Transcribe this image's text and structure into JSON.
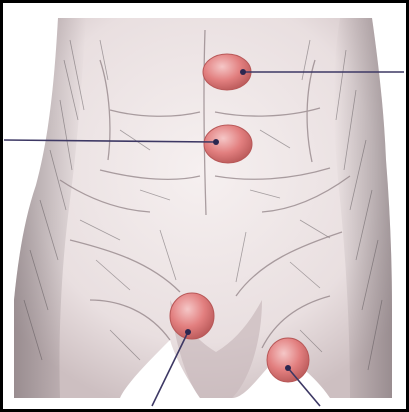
{
  "colors": {
    "skin": "#ece4e4",
    "skin_shadow": "#b7a9ab",
    "hatch": "#4a4448",
    "hernia_fill": "#e27f7f",
    "hernia_highlight": "#f2bcbc",
    "hernia_edge": "#b85858",
    "leader_line": "#3d3864",
    "leader_tip": "#2b2750",
    "frame": "#000000"
  },
  "diagram": {
    "markers": [
      {
        "name": "upper-midline-bulge",
        "pointer": "right"
      },
      {
        "name": "lower-midline-bulge",
        "pointer": "left"
      },
      {
        "name": "left-groin-bulge",
        "pointer": "down-left"
      },
      {
        "name": "right-groin-bulge",
        "pointer": "down-right"
      }
    ]
  }
}
